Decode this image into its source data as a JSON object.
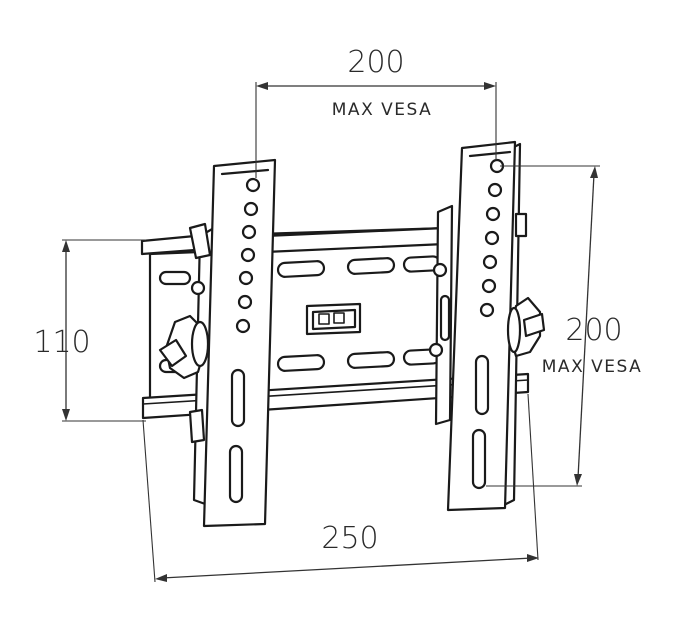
{
  "dimensions": {
    "top_width": {
      "value": "200",
      "label": "MAX VESA"
    },
    "right_height": {
      "value": "200",
      "label": "MAX VESA"
    },
    "left_height": {
      "value": "110"
    },
    "bottom_width": {
      "value": "250"
    }
  },
  "colors": {
    "line": "#1a1a1a",
    "background": "#ffffff"
  }
}
